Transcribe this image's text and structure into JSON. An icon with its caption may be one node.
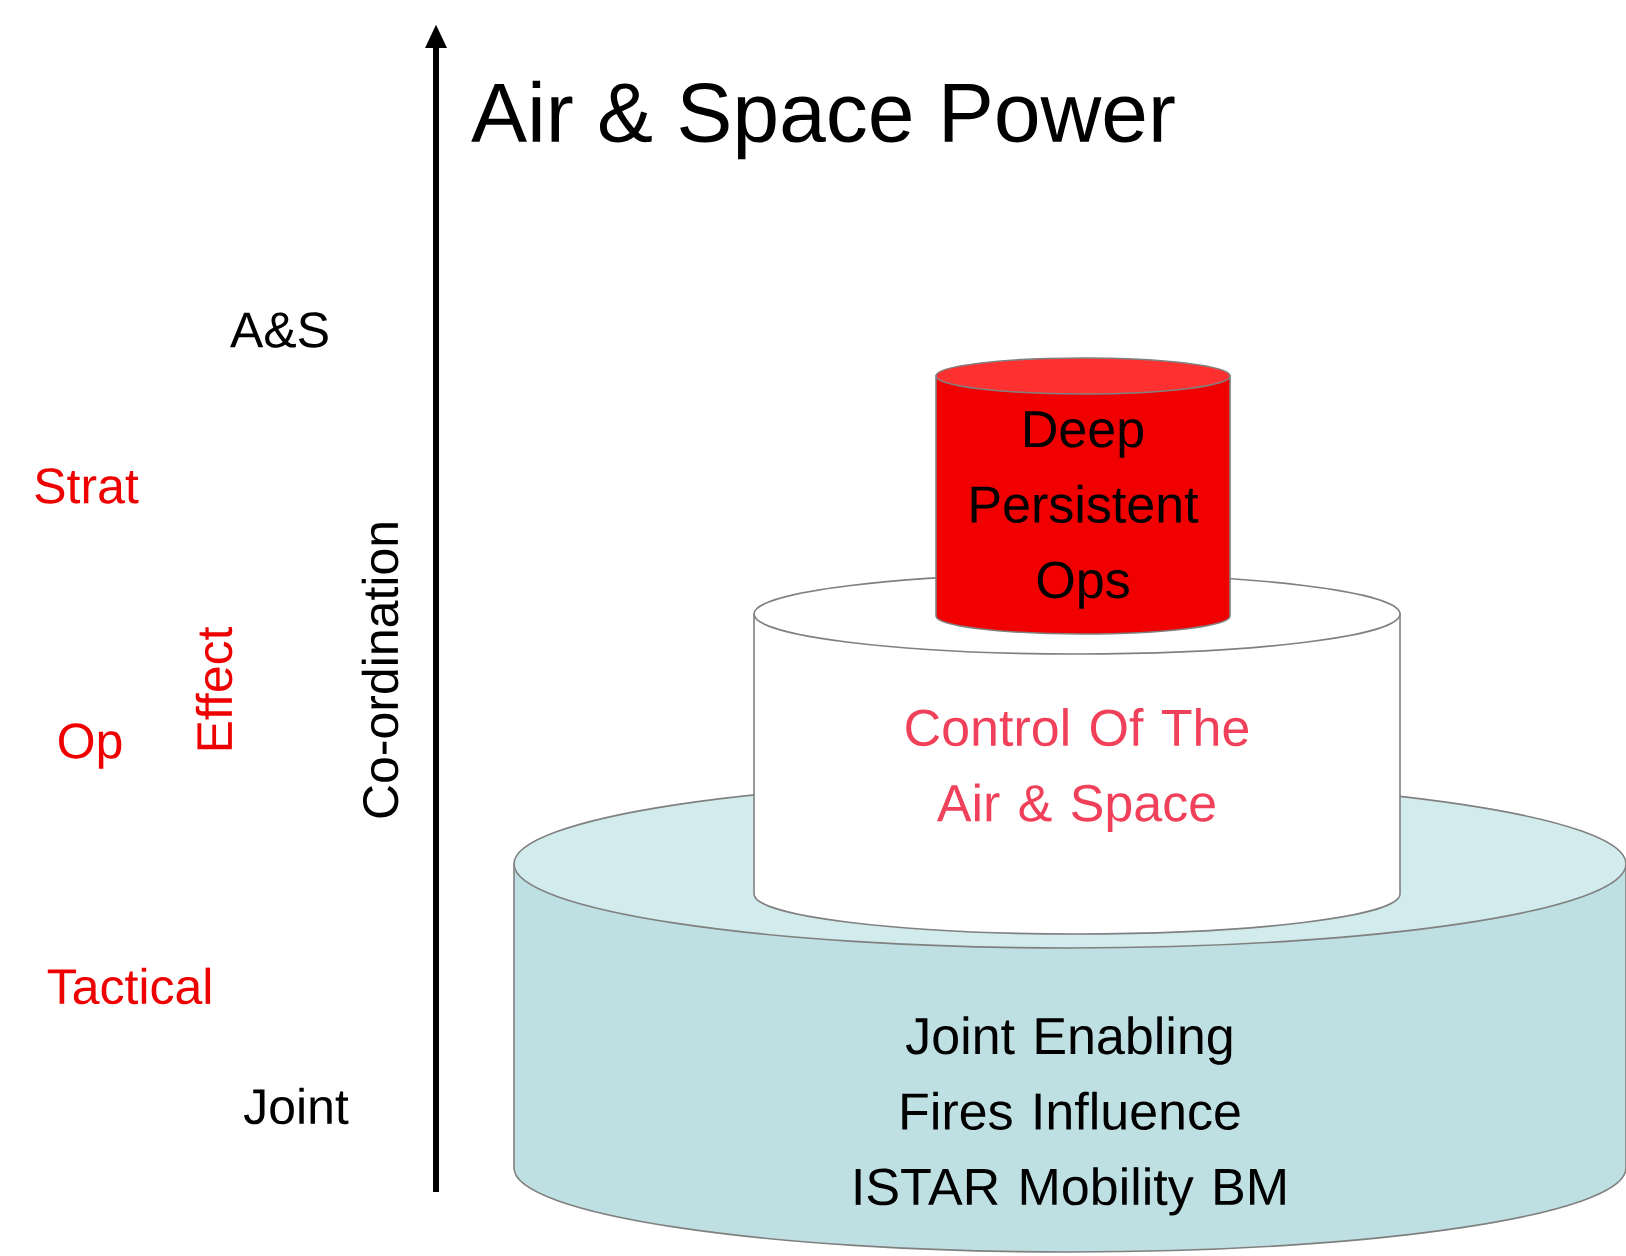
{
  "diagram": {
    "title": "Air & Space Power",
    "nodes": [
      {
        "text": [
          "Joint Enabling Fires Influence ISTAR Mobility BM"
        ]
      },
      {
        "text": [
          "Control Of The Air & Space"
        ]
      },
      {
        "text": [
          "Deep Persistent Ops"
        ]
      }
    ],
    "labels": [
      "A&S",
      "Strat",
      "Co-ordination",
      "Effect",
      "Op",
      "Tactical",
      "Joint"
    ]
  }
}
